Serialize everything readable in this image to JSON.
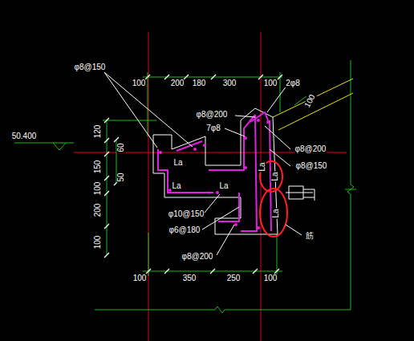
{
  "diagram": {
    "labels": [
      "φ8@150",
      "100",
      "200",
      "180",
      "300",
      "100",
      "2φ8",
      "100",
      "φ8@200",
      "7φ8",
      "φ8@200",
      "φ8@150",
      "120",
      "60",
      "150",
      "50",
      "100",
      "200",
      "100",
      "50.400",
      "La",
      "La",
      "La",
      "La",
      "La",
      "La",
      "φ10@150",
      "φ6@180",
      "φ8@200",
      "筋",
      "100",
      "350",
      "250",
      "100"
    ]
  }
}
